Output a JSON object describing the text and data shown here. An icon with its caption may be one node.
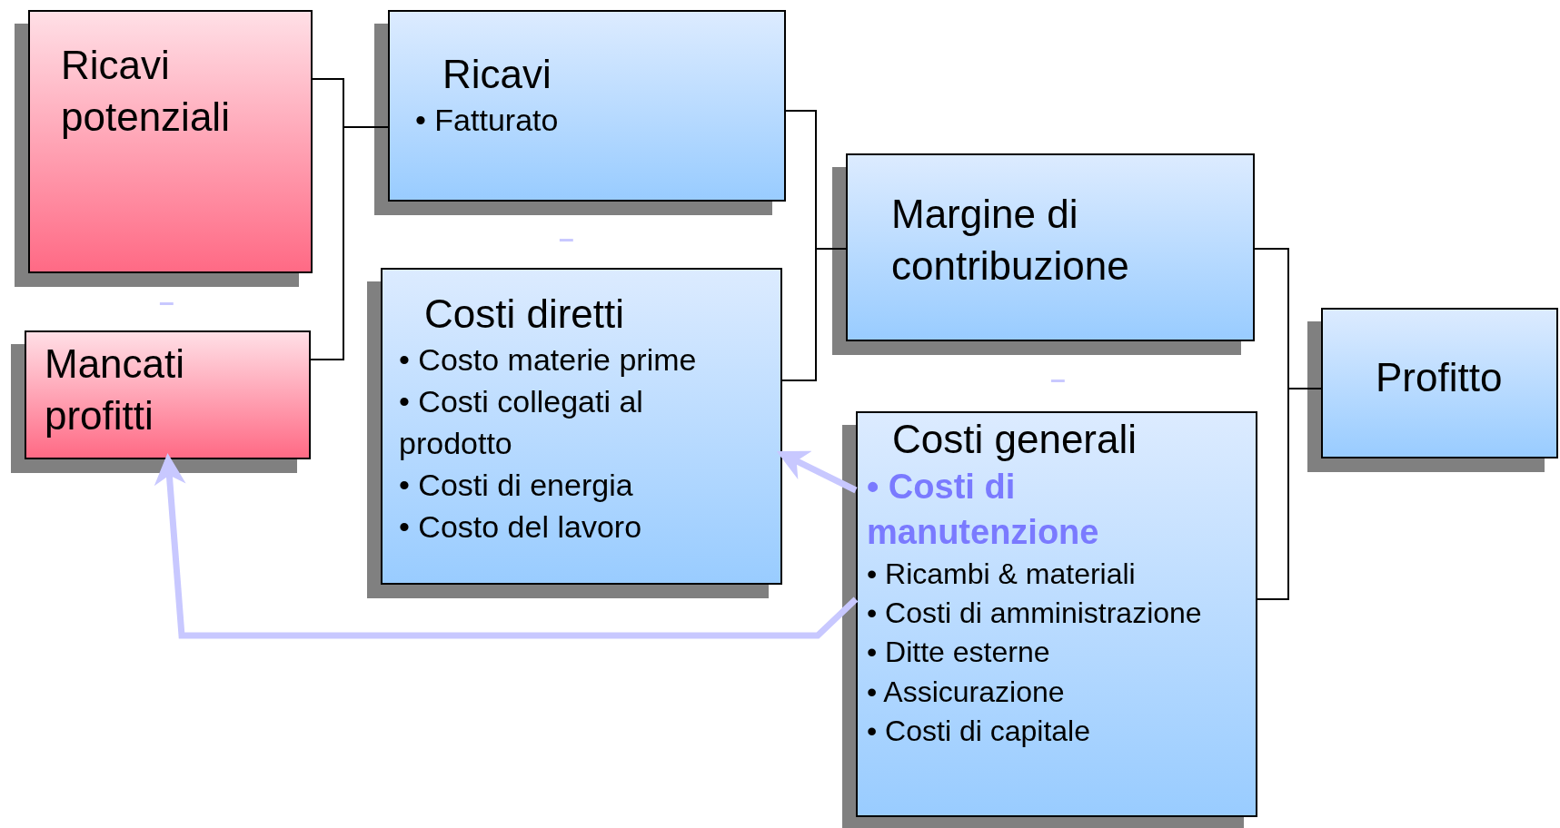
{
  "diagram": {
    "nodes": [
      {
        "text": [
          "Ricavi potenziali"
        ]
      },
      {
        "text": [
          "Mancati profitti"
        ]
      },
      {
        "text": [
          "Ricavi",
          "• Fatturato"
        ]
      },
      {
        "text": [
          "Costi diretti",
          "• Costo materie prime",
          "• Costi collegati al prodotto",
          "• Costi di energia",
          "• Costo del lavoro"
        ]
      },
      {
        "text": [
          "Margine di contribuzione"
        ]
      },
      {
        "text": [
          "Costi generali",
          "• Costi di manutenzione",
          "• Ricambi & materiali",
          "• Costi di amministrazione",
          "• Ditte esterne",
          "• Assicurazione",
          "• Costi di capitale"
        ]
      },
      {
        "text": [
          "Profitto"
        ]
      }
    ],
    "edges": [
      {
        "from": 0,
        "to": 2,
        "arrow": "none"
      },
      {
        "from": 1,
        "to": 2,
        "arrow": "none"
      },
      {
        "from": 2,
        "to": 4,
        "arrow": "none"
      },
      {
        "from": 3,
        "to": 4,
        "arrow": "none"
      },
      {
        "from": 4,
        "to": 6,
        "arrow": "none"
      },
      {
        "from": 5,
        "to": 6,
        "arrow": "none"
      },
      {
        "from": 5,
        "to": 1,
        "arrow": "to",
        "style": "thick",
        "color": "#c8c8ff"
      },
      {
        "from": 5,
        "to": 3,
        "arrow": "to",
        "style": "thick",
        "color": "#c8c8ff"
      }
    ],
    "labels": [
      "–",
      "–",
      "–"
    ]
  }
}
